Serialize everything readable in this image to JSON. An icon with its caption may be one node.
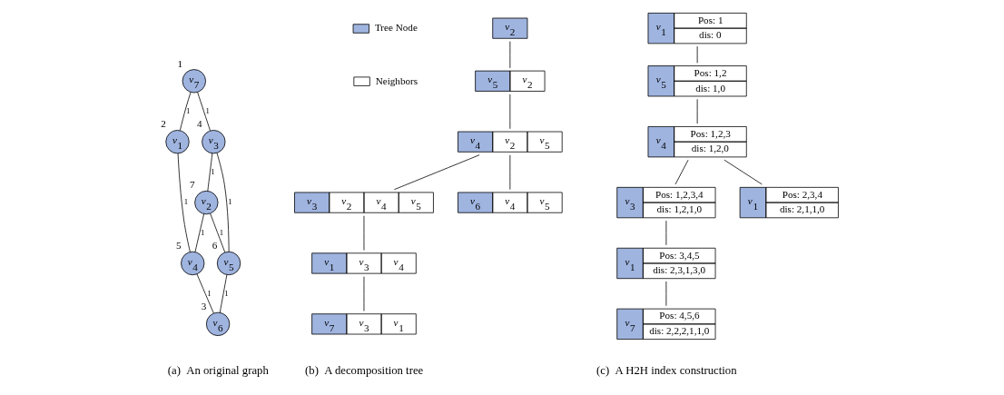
{
  "diagram": {
    "nodes": [
      {
        "text": [
          "*v*$_{7}$"
        ],
        "beside": [
          "1"
        ]
      },
      {
        "text": [
          "*v*$_{1}$"
        ],
        "beside": [
          "2"
        ]
      },
      {
        "text": [
          "*v*$_{3}$"
        ],
        "beside": [
          "4"
        ]
      },
      {
        "text": [
          "*v*$_{2}$"
        ],
        "beside": [
          "7"
        ]
      },
      {
        "text": [
          "*v*$_{4}$"
        ],
        "beside": [
          "5"
        ]
      },
      {
        "text": [
          "*v*$_{5}$"
        ],
        "beside": [
          "6"
        ]
      },
      {
        "text": [
          "*v*$_{6}$"
        ],
        "beside": [
          "3"
        ]
      },
      {
        "text": [
          "*v*$_{2}$"
        ]
      },
      {
        "text": [
          "*v*$_{5}$",
          "*v*$_{2}$"
        ]
      },
      {
        "text": [
          "*v*$_{4}$",
          "*v*$_{2}$",
          "*v*$_{5}$"
        ]
      },
      {
        "text": [
          "*v*$_{3}$",
          "*v*$_{2}$",
          "*v*$_{4}$",
          "*v*$_{5}$"
        ]
      },
      {
        "text": [
          "*v*$_{6}$",
          "*v*$_{4}$",
          "*v*$_{5}$"
        ]
      },
      {
        "text": [
          "*v*$_{1}$",
          "*v*$_{3}$",
          "*v*$_{4}$"
        ]
      },
      {
        "text": [
          "*v*$_{7}$",
          "*v*$_{3}$",
          "*v*$_{1}$"
        ]
      },
      {
        "text": [
          "*v*$_{1}$",
          "Pos: 1",
          "dis: 0"
        ]
      },
      {
        "text": [
          "*v*$_{5}$",
          "Pos: 1,2",
          "dis: 1,0"
        ]
      },
      {
        "text": [
          "*v*$_{4}$",
          "Pos: 1,2,3",
          "dis: 1,2,0"
        ]
      },
      {
        "text": [
          "*v*$_{3}$",
          "Pos: 1,2,3,4",
          "dis: 1,2,1,0"
        ]
      },
      {
        "text": [
          "*v*$_{1}$",
          "Pos: 2,3,4",
          "dis: 2,1,1,0"
        ]
      },
      {
        "text": [
          "*v*$_{1}$",
          "Pos: 3,4,5",
          "dis: 2,3,1,3,0"
        ]
      },
      {
        "text": [
          "*v*$_{7}$",
          "Pos: 4,5,6",
          "dis: 2,2,2,1,1,0"
        ]
      }
    ],
    "edges": [
      {
        "from": 0,
        "to": 1,
        "arrow": "none",
        "label": "1"
      },
      {
        "from": 0,
        "to": 2,
        "arrow": "none",
        "label": "1"
      },
      {
        "from": 1,
        "to": 4,
        "arrow": "none",
        "label": "1"
      },
      {
        "from": 2,
        "to": 3,
        "arrow": "none",
        "label": "1"
      },
      {
        "from": 2,
        "to": 5,
        "arrow": "none",
        "label": "1"
      },
      {
        "from": 3,
        "to": 4,
        "arrow": "none",
        "label": "1"
      },
      {
        "from": 3,
        "to": 5,
        "arrow": "none",
        "label": "1"
      },
      {
        "from": 4,
        "to": 6,
        "arrow": "none",
        "label": "1"
      },
      {
        "from": 5,
        "to": 6,
        "arrow": "none",
        "label": "1"
      },
      {
        "from": 7,
        "to": 8,
        "arrow": "none"
      },
      {
        "from": 8,
        "to": 9,
        "arrow": "none"
      },
      {
        "from": 9,
        "to": 10,
        "arrow": "none"
      },
      {
        "from": 9,
        "to": 11,
        "arrow": "none"
      },
      {
        "from": 10,
        "to": 12,
        "arrow": "none"
      },
      {
        "from": 12,
        "to": 13,
        "arrow": "none"
      },
      {
        "from": 14,
        "to": 15,
        "arrow": "none"
      },
      {
        "from": 15,
        "to": 16,
        "arrow": "none"
      },
      {
        "from": 16,
        "to": 17,
        "arrow": "none"
      },
      {
        "from": 16,
        "to": 18,
        "arrow": "none"
      },
      {
        "from": 17,
        "to": 19,
        "arrow": "none"
      },
      {
        "from": 19,
        "to": 20,
        "arrow": "none"
      }
    ],
    "labels": [
      "(a)  An original graph",
      "(b)  A decomposition tree",
      "(c)  A H2H index construction"
    ],
    "legend": [
      {
        "text": "Tree Node",
        "color": "#9fb4df"
      },
      {
        "text": "Neighbors",
        "color": "#ffffff"
      }
    ]
  }
}
